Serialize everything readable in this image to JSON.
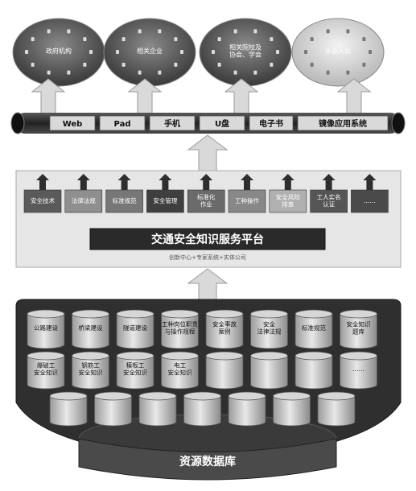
{
  "top_groups": [
    "政府机构",
    "相关企业",
    "相关院校及\n协会、学会",
    "从业人员"
  ],
  "channels": [
    "Web",
    "Pad",
    "手机",
    "U盘",
    "电子书",
    "镜像应用系统"
  ],
  "modules": [
    "安全技术",
    "法律法规",
    "标准规范",
    "安全管理",
    "标准化\n作业",
    "工种操作",
    "安全风险\n排查",
    "工人实名\n认证",
    "……"
  ],
  "platform": {
    "title": "交通安全知识服务平台",
    "subtitle": "创新中心+专家系统+实体公司"
  },
  "databases": {
    "row1": [
      "公路建设",
      "桥梁建设",
      "隧道建设",
      "工种岗位职责\n与操作规程",
      "安全事故\n案例",
      "安全\n法律法规",
      "标准规范",
      "安全知识\n题库"
    ],
    "row2": [
      "爆破工\n安全知识",
      "钢筋工\n安全知识",
      "模板工\n安全知识",
      "电工\n安全知识",
      "",
      "",
      "",
      "……"
    ],
    "row3": [
      "",
      "",
      "",
      "",
      "",
      "",
      ""
    ]
  },
  "base_label": "资源数据库",
  "colors": {
    "dark": "#3b3b3b",
    "mid": "#6e6e6e",
    "light": "#d9d9d9",
    "panel": "#e6e6e6",
    "white": "#ffffff"
  }
}
